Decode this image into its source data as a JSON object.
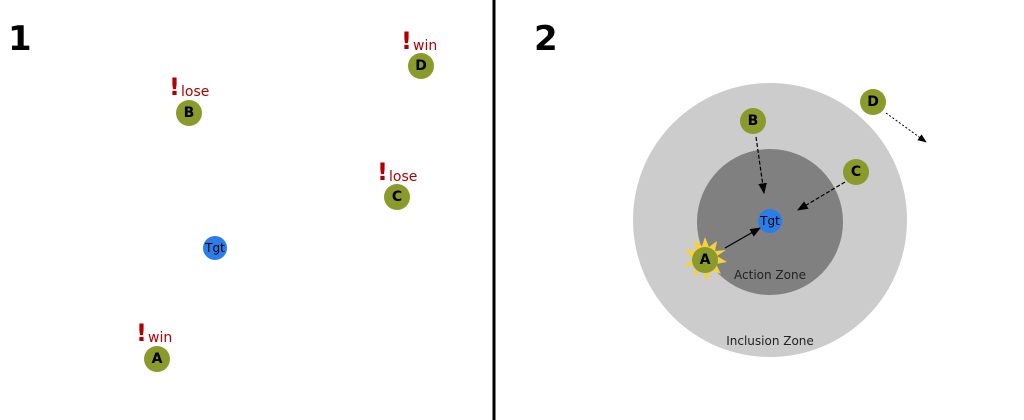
{
  "panels": [
    {
      "number": "1",
      "target": "Tgt",
      "units": [
        {
          "label": "A",
          "outcome": "win"
        },
        {
          "label": "B",
          "outcome": "lose"
        },
        {
          "label": "C",
          "outcome": "lose"
        },
        {
          "label": "D",
          "outcome": "win"
        }
      ],
      "alert_mark": "!"
    },
    {
      "number": "2",
      "target": "Tgt",
      "units": [
        {
          "label": "A"
        },
        {
          "label": "B"
        },
        {
          "label": "C"
        },
        {
          "label": "D"
        }
      ],
      "zones": {
        "inner": "Action Zone",
        "outer": "Inclusion Zone"
      }
    }
  ],
  "colors": {
    "unit": "#8a9a2b",
    "target": "#2b7de9",
    "alert": "#b00000",
    "inclusion_zone": "#cccccc",
    "action_zone": "#808080",
    "burst": "#f5d23a"
  }
}
